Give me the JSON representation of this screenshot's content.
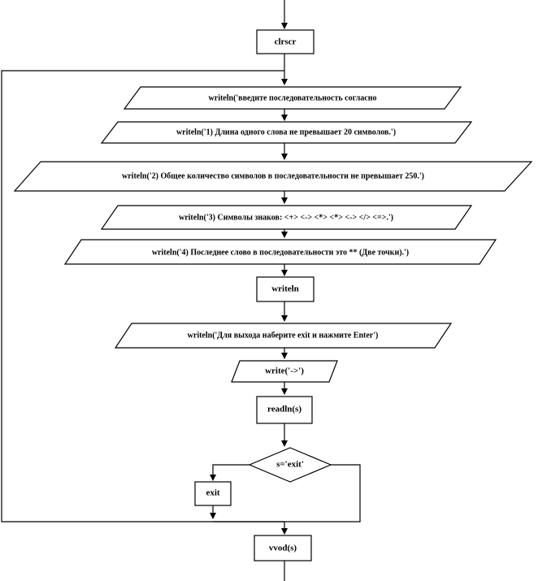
{
  "flowchart": {
    "clrscr": "clrscr",
    "line1": "writeln('введите  последовательность  согласно",
    "line2": "writeln('1)  Длина одного слова не превышает 20 символов.')",
    "line3": "writeln('2)  Общее количество  символов в последовательности  не превышает 250.')",
    "line4": "writeln('3)  Символы знаков: <+> <-> <*> <*> <-> </> <=>.')",
    "line5": "writeln('4)  Последнее слово в последовательности  это ** (Две точки).')",
    "writeln": "writeln",
    "line6": "writeln('Для  выхода  наберите exit  и нажмите Enter')",
    "write_prompt": "write('->')",
    "readln": "readln(s)",
    "condition": "s='exit'",
    "exit": "exit",
    "vvod": "vvod(s)"
  }
}
